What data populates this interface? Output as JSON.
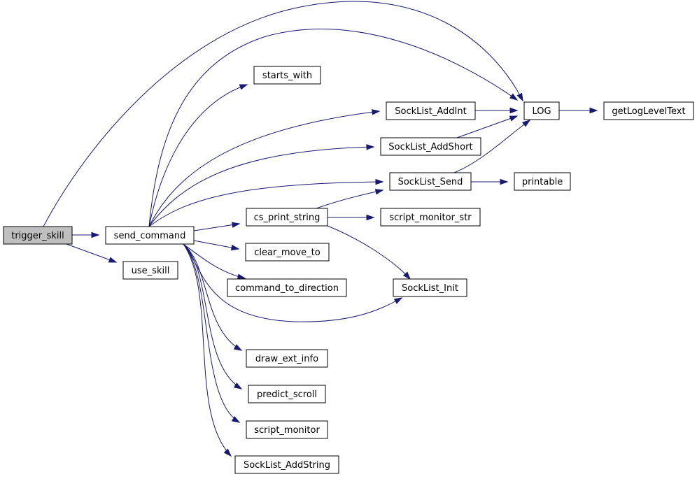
{
  "graph": {
    "edge_color": "#191970",
    "root_fill": "#bfbfbf",
    "node_fill": "#ffffff",
    "nodes": [
      {
        "id": "trigger_skill",
        "label": "trigger_skill",
        "highlight": true
      },
      {
        "id": "send_command",
        "label": "send_command"
      },
      {
        "id": "use_skill",
        "label": "use_skill"
      },
      {
        "id": "LOG",
        "label": "LOG"
      },
      {
        "id": "getLogLevelText",
        "label": "getLogLevelText"
      },
      {
        "id": "starts_with",
        "label": "starts_with"
      },
      {
        "id": "SockList_AddInt",
        "label": "SockList_AddInt"
      },
      {
        "id": "SockList_AddShort",
        "label": "SockList_AddShort"
      },
      {
        "id": "SockList_Send",
        "label": "SockList_Send"
      },
      {
        "id": "printable",
        "label": "printable"
      },
      {
        "id": "cs_print_string",
        "label": "cs_print_string"
      },
      {
        "id": "script_monitor_str",
        "label": "script_monitor_str"
      },
      {
        "id": "clear_move_to",
        "label": "clear_move_to"
      },
      {
        "id": "command_to_direction",
        "label": "command_to_direction"
      },
      {
        "id": "SockList_Init",
        "label": "SockList_Init"
      },
      {
        "id": "draw_ext_info",
        "label": "draw_ext_info"
      },
      {
        "id": "predict_scroll",
        "label": "predict_scroll"
      },
      {
        "id": "script_monitor",
        "label": "script_monitor"
      },
      {
        "id": "SockList_AddString",
        "label": "SockList_AddString"
      }
    ],
    "edges": [
      {
        "from": "trigger_skill",
        "to": "send_command"
      },
      {
        "from": "trigger_skill",
        "to": "use_skill"
      },
      {
        "from": "trigger_skill",
        "to": "LOG"
      },
      {
        "from": "send_command",
        "to": "LOG"
      },
      {
        "from": "send_command",
        "to": "starts_with"
      },
      {
        "from": "send_command",
        "to": "SockList_AddInt"
      },
      {
        "from": "send_command",
        "to": "SockList_AddShort"
      },
      {
        "from": "send_command",
        "to": "SockList_Send"
      },
      {
        "from": "send_command",
        "to": "cs_print_string"
      },
      {
        "from": "send_command",
        "to": "clear_move_to"
      },
      {
        "from": "send_command",
        "to": "command_to_direction"
      },
      {
        "from": "send_command",
        "to": "SockList_Init"
      },
      {
        "from": "send_command",
        "to": "draw_ext_info"
      },
      {
        "from": "send_command",
        "to": "predict_scroll"
      },
      {
        "from": "send_command",
        "to": "script_monitor"
      },
      {
        "from": "send_command",
        "to": "SockList_AddString"
      },
      {
        "from": "SockList_AddInt",
        "to": "LOG"
      },
      {
        "from": "SockList_AddShort",
        "to": "LOG"
      },
      {
        "from": "SockList_Send",
        "to": "LOG"
      },
      {
        "from": "SockList_Send",
        "to": "printable"
      },
      {
        "from": "cs_print_string",
        "to": "SockList_Send"
      },
      {
        "from": "cs_print_string",
        "to": "script_monitor_str"
      },
      {
        "from": "cs_print_string",
        "to": "SockList_Init"
      },
      {
        "from": "LOG",
        "to": "getLogLevelText"
      }
    ]
  }
}
